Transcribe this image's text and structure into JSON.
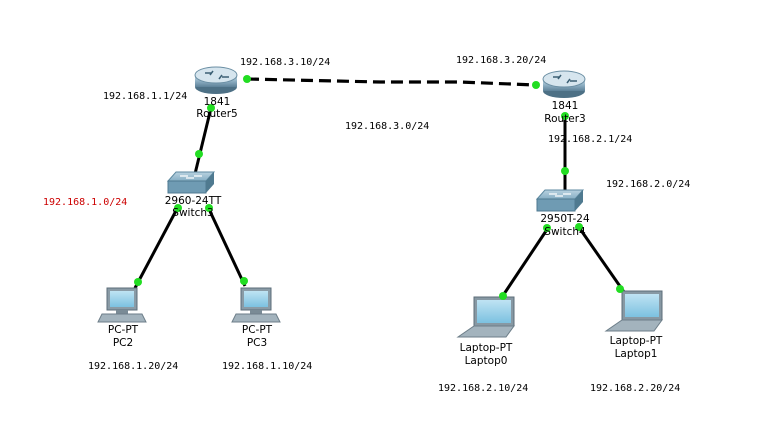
{
  "devices": {
    "router5": {
      "model": "1841",
      "name": "Router5"
    },
    "router3": {
      "model": "1841",
      "name": "Router3"
    },
    "switch_left": {
      "model": "2960-24TT",
      "name": "Switch3"
    },
    "switch_right": {
      "model": "2950T-24",
      "name": "Switch4"
    },
    "pc2": {
      "type": "PC-PT",
      "name": "PC2"
    },
    "pc3": {
      "type": "PC-PT",
      "name": "PC3"
    },
    "laptop0": {
      "type": "Laptop-PT",
      "name": "Laptop0"
    },
    "laptop1": {
      "type": "Laptop-PT",
      "name": "Laptop1"
    }
  },
  "addresses": {
    "r5_wan": "192.168.3.10/24",
    "r3_wan": "192.168.3.20/24",
    "wan_net": "192.168.3.0/24",
    "r5_lan": "192.168.1.1/24",
    "r3_lan": "192.168.2.1/24",
    "lan_left_net": "192.168.1.0/24",
    "lan_right_net": "192.168.2.0/24",
    "pc2_ip": "192.168.1.20/24",
    "pc3_ip": "192.168.1.10/24",
    "laptop0_ip": "192.168.2.10/24",
    "laptop1_ip": "192.168.2.20/24"
  },
  "colors": {
    "link": "#000000",
    "link_up_dot": "#22dd22",
    "router_body": "#7fa3b8",
    "switch_body": "#6f9bb3",
    "network_label_highlight": "#cc0000"
  },
  "links": [
    {
      "from": "Router5",
      "to": "Router3",
      "style": "dashed"
    },
    {
      "from": "Router5",
      "to": "Switch3",
      "style": "solid"
    },
    {
      "from": "Switch3",
      "to": "PC2",
      "style": "solid"
    },
    {
      "from": "Switch3",
      "to": "PC3",
      "style": "solid"
    },
    {
      "from": "Router3",
      "to": "Switch4",
      "style": "solid"
    },
    {
      "from": "Switch4",
      "to": "Laptop0",
      "style": "solid"
    },
    {
      "from": "Switch4",
      "to": "Laptop1",
      "style": "solid"
    }
  ]
}
